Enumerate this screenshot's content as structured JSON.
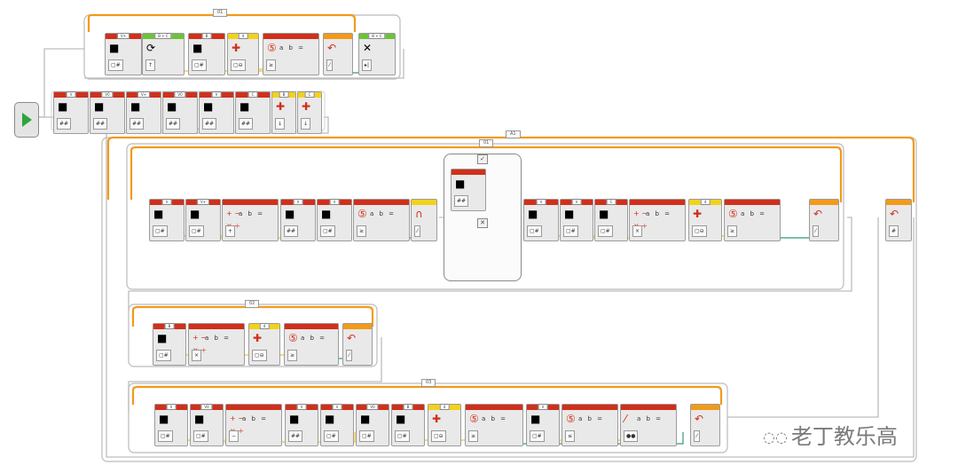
{
  "program": {
    "start_block": "play-icon",
    "loops": {
      "top_loop_name": "01",
      "main_loop_name": "A1",
      "inner_loop_name": "01",
      "mid_loop_name": "02",
      "bottom_loop_name": "03"
    },
    "switch": {
      "true_case": "✓",
      "false_case": "✕"
    }
  },
  "blocks": {
    "top_row": [
      "V+",
      "B + C",
      "B",
      "4",
      "",
      "",
      "B + C"
    ],
    "init_row": [
      "V",
      "V0",
      "V+",
      "V0",
      "V",
      "C",
      "B",
      "C"
    ],
    "main_row": [
      "V",
      "V+",
      "",
      "V",
      "V",
      "",
      "",
      "V",
      "V",
      "V+",
      "C",
      "",
      "4",
      ""
    ],
    "mid_row": [
      "B",
      "",
      "4",
      ""
    ],
    "bottom_row": [
      "V",
      "V0",
      "",
      "V",
      "V",
      "V0",
      "B",
      "4",
      "",
      "V",
      "",
      ""
    ]
  },
  "watermark": {
    "text": "老丁教乐高",
    "icon": "wechat-icon"
  },
  "colors": {
    "sequence_wire": "#bdbdbd",
    "loop_frame": "#f29a1a",
    "data_wire_yellow": "#f1c232",
    "data_wire_green": "#2e9e6e",
    "motor_block": "#d0301b",
    "sensor_block": "#f2d21b",
    "timer_block": "#6ec23b"
  }
}
